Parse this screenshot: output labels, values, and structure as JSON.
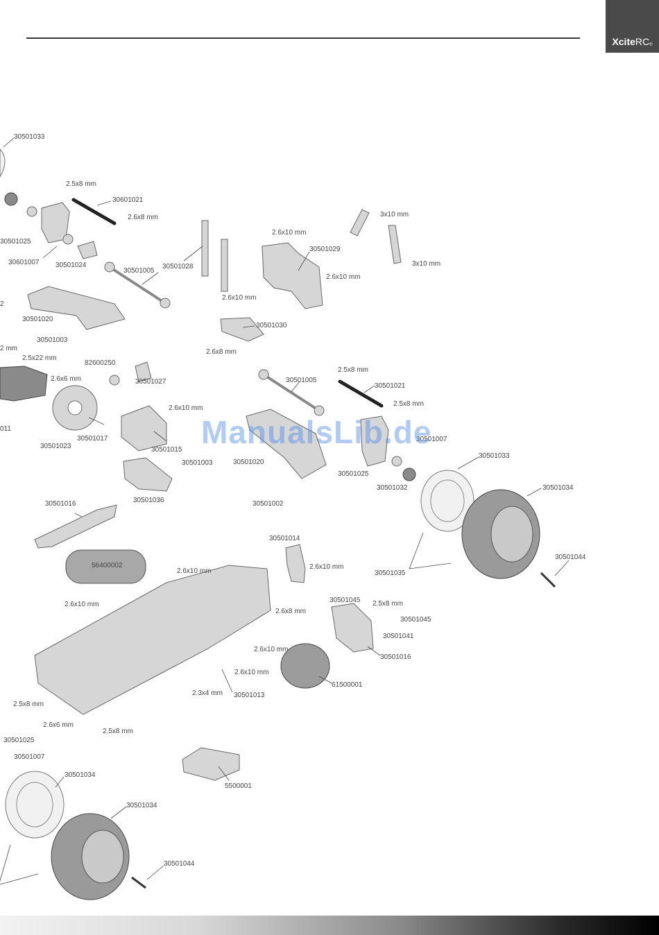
{
  "header": {
    "brand_bold": "Xcite",
    "brand_regular": "RC",
    "brand_mark": "®"
  },
  "watermark": "ManualsLib.de",
  "labels": {
    "l01": "30501033",
    "l02": "2.5x8 mm",
    "l03": "30601021",
    "l04": "2.6x8 mm",
    "l05": "30501025",
    "l06": "30601007",
    "l07": "30501024",
    "l08": "30501005",
    "l09": "30501028",
    "l10": "2.6x10 mm",
    "l11": "30501029",
    "l12": "2.6x10 mm",
    "l13": "3x10 mm",
    "l14": "3x10 mm",
    "l15": "2.6x10 mm",
    "l16": "30501020",
    "l17": "30501003",
    "l18": "30501030",
    "l19": "2.6x8 mm",
    "l20": "2.5x22 mm",
    "l21": "2.6x6 mm",
    "l22": "82600250",
    "l23": "30501027",
    "l24": "30501005",
    "l25": "2.5x8 mm",
    "l26": "30501021",
    "l27": "2.5x8 mm",
    "l28": "2.6x10 mm",
    "l29": "30501023",
    "l30": "30501017",
    "l31": "30501015",
    "l32": "30501003",
    "l33": "30501020",
    "l34": "30501025",
    "l35": "30501033",
    "l36": "30501032",
    "l37": "30501034",
    "l38": "30501036",
    "l39": "30501002",
    "l40": "30501016",
    "l41": "30501014",
    "l42": "2.6x10 mm",
    "l43": "30501035",
    "l44": "30501044",
    "l45": "56400002",
    "l46": "2.6x10 mm",
    "l47": "2.6x10 mm",
    "l48": "30501045",
    "l49": "2.5x8 mm",
    "l50": "30501045",
    "l51": "2.6x8 mm",
    "l52": "30501041",
    "l53": "2.6x10 mm",
    "l54": "30501016",
    "l55": "2.6x10 mm",
    "l56": "2.3x4 mm",
    "l57": "30501013",
    "l58": "61500001",
    "l59": "2.5x8 mm",
    "l60": "2.6x6 mm",
    "l61": "2.5x8 mm",
    "l62": "30501025",
    "l63": "30501007",
    "l64": "30501034",
    "l65": "5500001",
    "l66": "30501034",
    "l67": "30501044",
    "l68": "2",
    "l69": "2 mm",
    "l70": "011",
    "l71": "30501007"
  }
}
